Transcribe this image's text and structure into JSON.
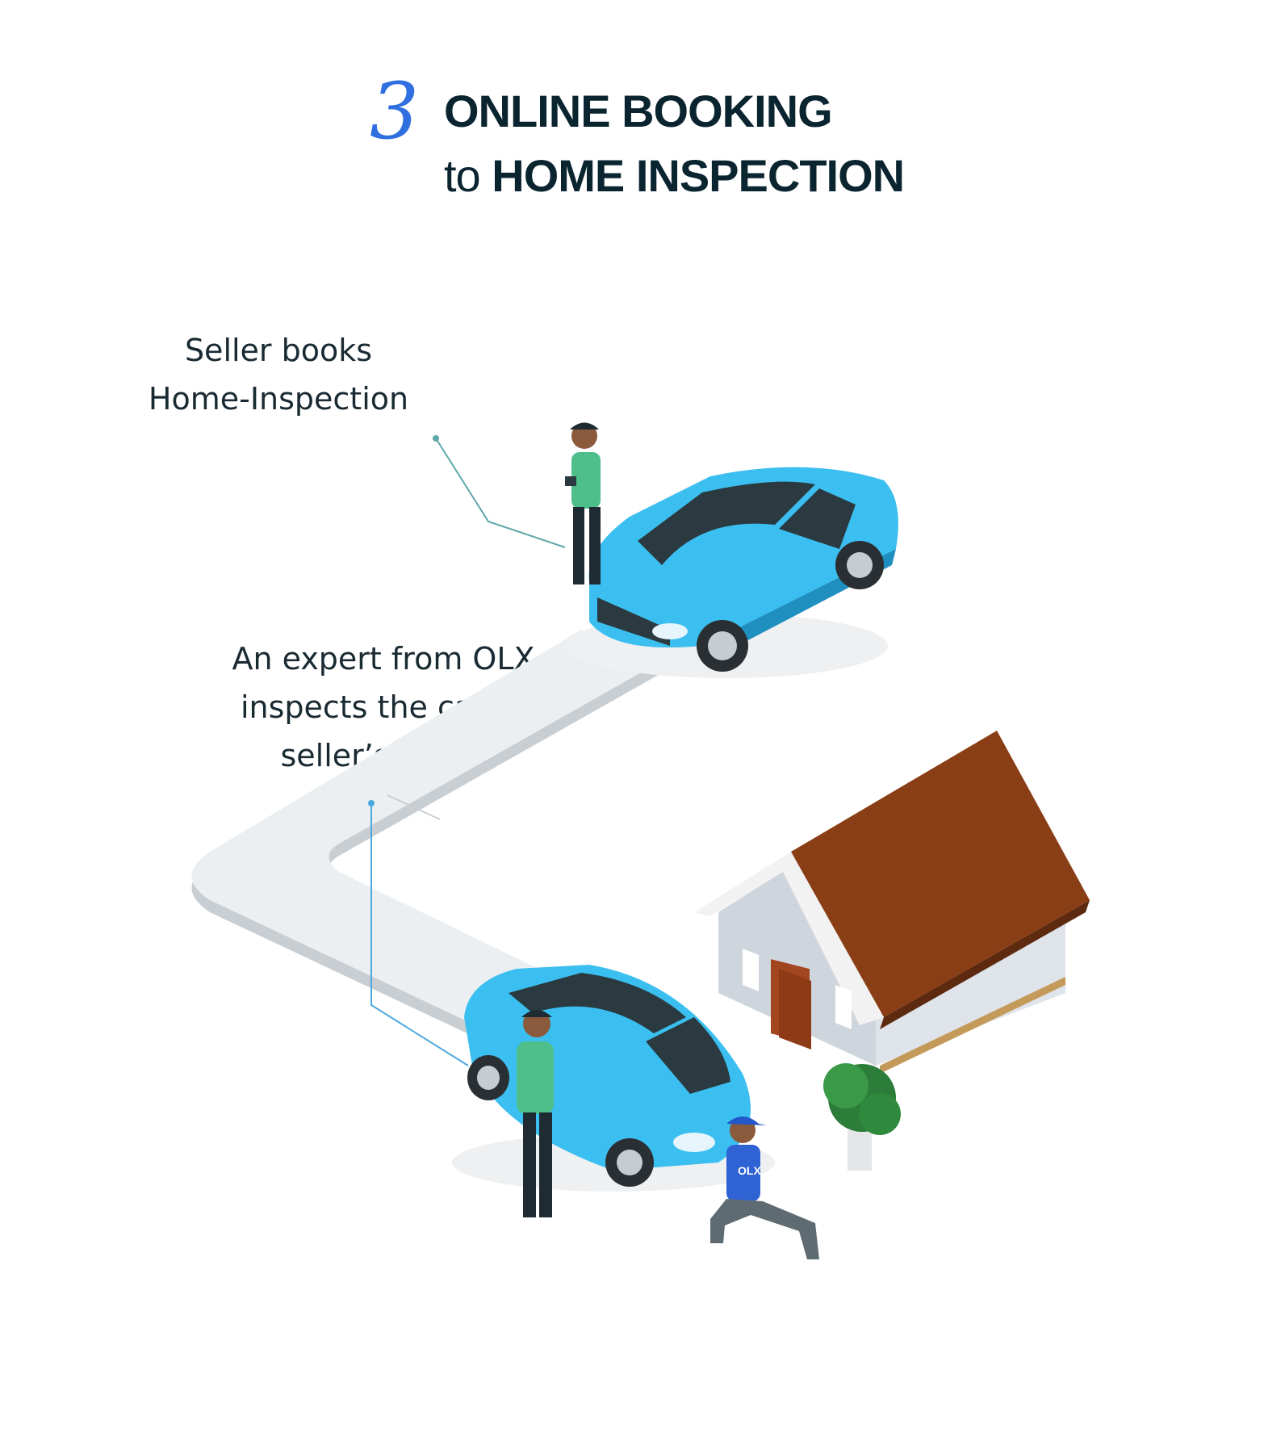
{
  "header": {
    "step_number": "3",
    "title_line1": "ONLINE BOOKING",
    "title_line2_prefix": "to",
    "title_line2_main": "HOME INSPECTION"
  },
  "captions": {
    "seller_books": [
      "Seller books",
      "Home-Inspection"
    ],
    "expert_inspects": [
      "An expert from OLX",
      "inspects the car at",
      "seller’s home"
    ]
  },
  "badge_text": "OLX",
  "colors": {
    "step_number": "#2f6fe0",
    "title": "#0b2530",
    "car_body": "#3bbff0",
    "car_glass": "#2a3a40",
    "shirt": "#4ebf8a",
    "roof": "#8a3e16",
    "house_wall": "#dfe3ea",
    "road": "#e9ecef",
    "leader_line": "#4aa8e0"
  },
  "icons": [
    "car-icon",
    "person-icon",
    "house-icon",
    "tree-icon",
    "mechanic-icon"
  ]
}
